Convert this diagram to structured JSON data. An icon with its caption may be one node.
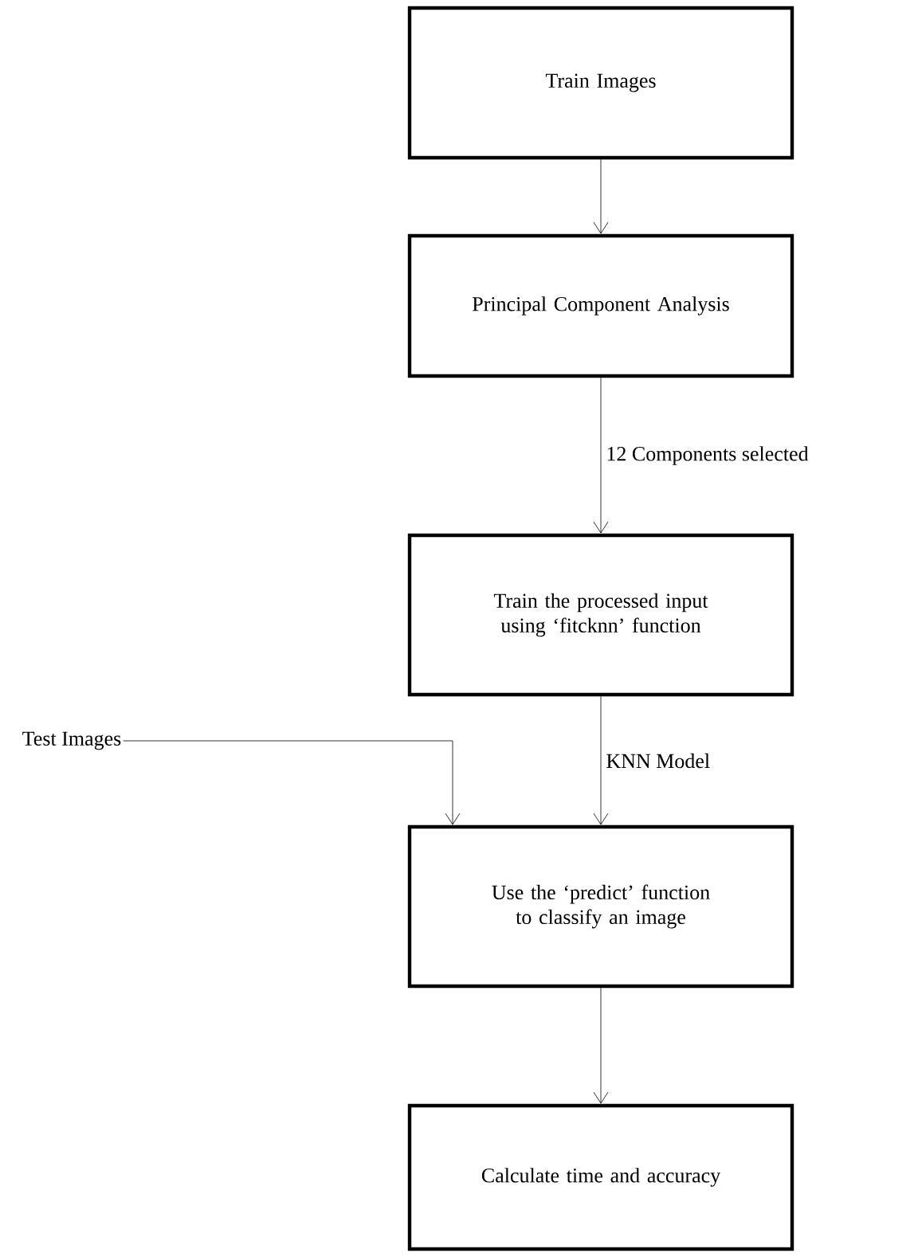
{
  "diagram": {
    "nodes": [
      {
        "text": [
          "Train Images"
        ]
      },
      {
        "text": [
          "Principal Component Analysis"
        ]
      },
      {
        "text": [
          "Train the processed input using ‘fitcknn’ function"
        ]
      },
      {
        "text": [
          "Use the ‘predict’ function to classify an image"
        ]
      },
      {
        "text": [
          "Calculate time and accuracy"
        ]
      },
      {
        "text": [
          "Test Images"
        ]
      }
    ],
    "edges": [
      {
        "from": 0,
        "to": 1,
        "arrow": "to"
      },
      {
        "from": 1,
        "to": 2,
        "arrow": "to",
        "label": "12 Components selected"
      },
      {
        "from": 2,
        "to": 3,
        "arrow": "to",
        "label": "KNN Model"
      },
      {
        "from": 5,
        "to": 3,
        "arrow": "to"
      },
      {
        "from": 3,
        "to": 4,
        "arrow": "to"
      }
    ]
  }
}
